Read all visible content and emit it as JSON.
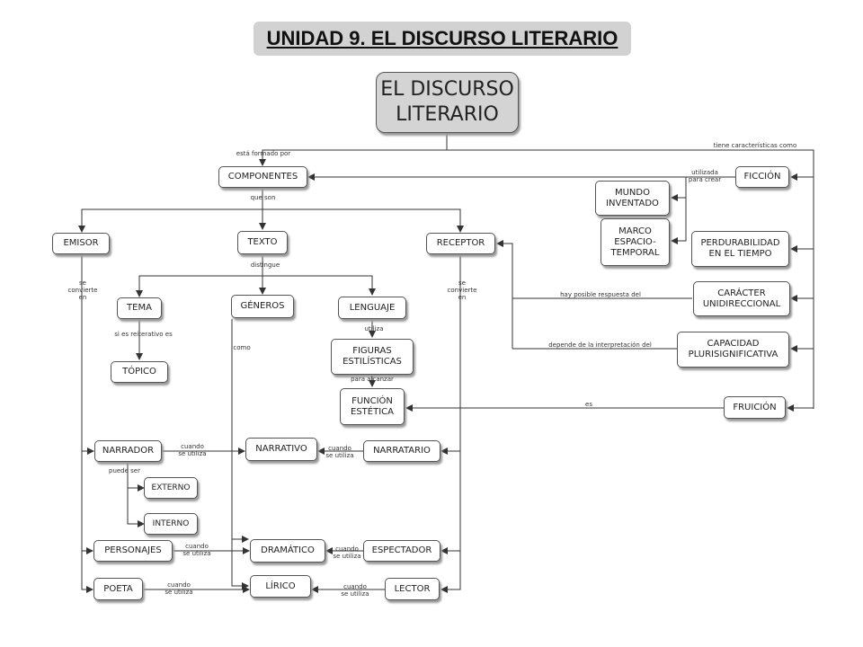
{
  "title": "UNIDAD 9. EL DISCURSO LITERARIO",
  "nodes": {
    "main": "EL DISCURSO\nLITERARIO",
    "componentes": "COMPONENTES",
    "ficcion": "FICCIÓN",
    "mundo": "MUNDO\nINVENTADO",
    "marco": "MARCO\nESPACIO-\nTEMPORAL",
    "perdurabilidad": "PERDURABILIDAD\nEN EL TIEMPO",
    "caracter": "CARÁCTER\nUNIDIRECCIONAL",
    "capacidad": "CAPACIDAD\nPLURISIGNIFICATIVA",
    "fruicion": "FRUICIÓN",
    "emisor": "EMISOR",
    "texto": "TEXTO",
    "receptor": "RECEPTOR",
    "tema": "TEMA",
    "generos": "GÉNEROS",
    "lenguaje": "LENGUAJE",
    "topico": "TÓPICO",
    "figuras": "FIGURAS\nESTILÍSTICAS",
    "funcion": "FUNCIÓN\nESTÉTICA",
    "narrador": "NARRADOR",
    "narrativo": "NARRATIVO",
    "narratario": "NARRATARIO",
    "externo": "EXTERNO",
    "interno": "INTERNO",
    "personajes": "PERSONAJES",
    "dramatico": "DRAMÁTICO",
    "espectador": "ESPECTADOR",
    "poeta": "POETA",
    "lirico": "LÍRICO",
    "lector": "LECTOR"
  },
  "labels": {
    "esta_formado_por": "está formado por",
    "tiene_caracteristicas": "tiene características como",
    "utilizada_para_crear": "utilizada\npara crear",
    "que_son": "que son",
    "distingue": "distingue",
    "se_convierte_emisor": "se\nconvierte\nen",
    "se_convierte_receptor": "se\nconvierte\nen",
    "si_es_reiterativo": "si es reiterativo es",
    "como": "como",
    "utiliza": "utiliza",
    "para_alcanzar": "para alcanzar",
    "hay_posible": "hay posible respuesta del",
    "depende": "depende de la interpretación del",
    "es": "es",
    "cuando_narrador": "cuando\nse utiliza",
    "cuando_narratario": "cuando\nse utiliza",
    "puede_ser": "puede ser",
    "cuando_personajes": "cuando\nse utiliza",
    "cuando_espectador": "cuando\nse utiliza",
    "cuando_poeta": "cuando\nse utiliza",
    "cuando_lector": "cuando\nse utiliza"
  }
}
